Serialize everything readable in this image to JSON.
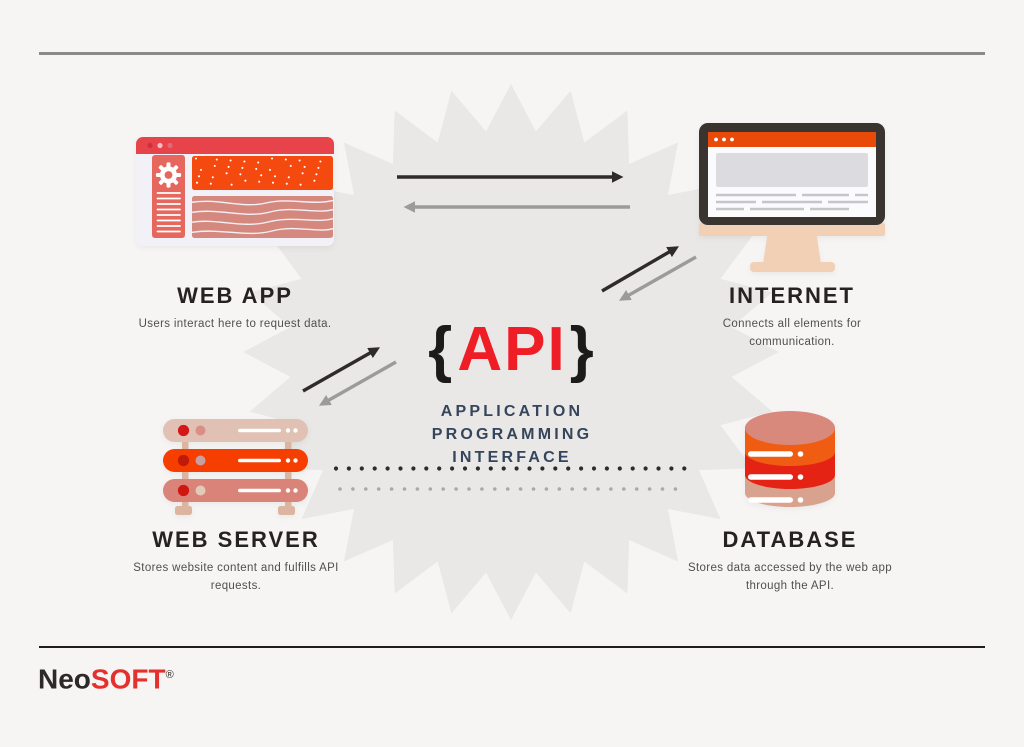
{
  "colors": {
    "background": "#f6f5f4",
    "starburst": "#e9e8e6",
    "api_red": "#ef1d25",
    "subtitle_navy": "#35455b",
    "label_dark": "#262223",
    "desc_gray": "#4f4f51",
    "arrow_dark": "#2e2b2a",
    "arrow_gray": "#9b9b99",
    "logo_dark": "#2c2927",
    "logo_red": "#e5312d"
  },
  "center": {
    "brace_open": "{",
    "acronym": "API",
    "brace_close": "}",
    "subtitle_line1": "APPLICATION PROGRAMMING",
    "subtitle_line2": "INTERFACE"
  },
  "nodes": {
    "web_app": {
      "label": "WEB APP",
      "description": "Users interact here to request data."
    },
    "internet": {
      "label": "INTERNET",
      "description": "Connects all elements for communication."
    },
    "web_server": {
      "label": "WEB SERVER",
      "description": "Stores website content and fulfills API requests."
    },
    "database": {
      "label": "DATABASE",
      "description": "Stores data accessed by the web app through the API."
    }
  },
  "logo": {
    "prefix": "Neo",
    "suffix": "SOFT",
    "registered": "®"
  }
}
